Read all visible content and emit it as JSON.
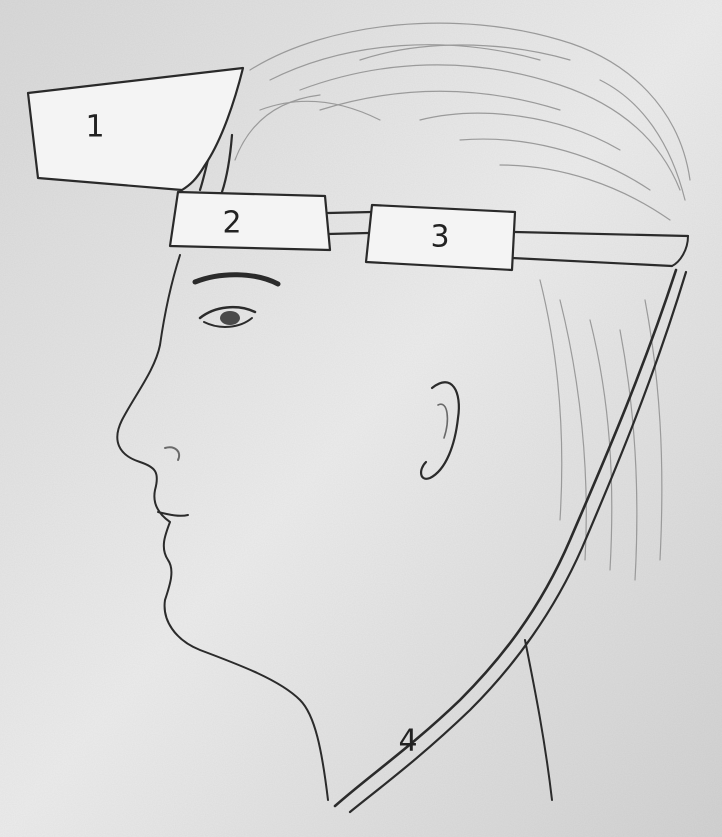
{
  "labels": {
    "part1": "1",
    "part2": "2",
    "part3": "3",
    "part4": "4"
  },
  "colors": {
    "paper": "#e9e9e9",
    "pencil": "#2b2b2b",
    "hair_shading": "#9a9a9a"
  }
}
